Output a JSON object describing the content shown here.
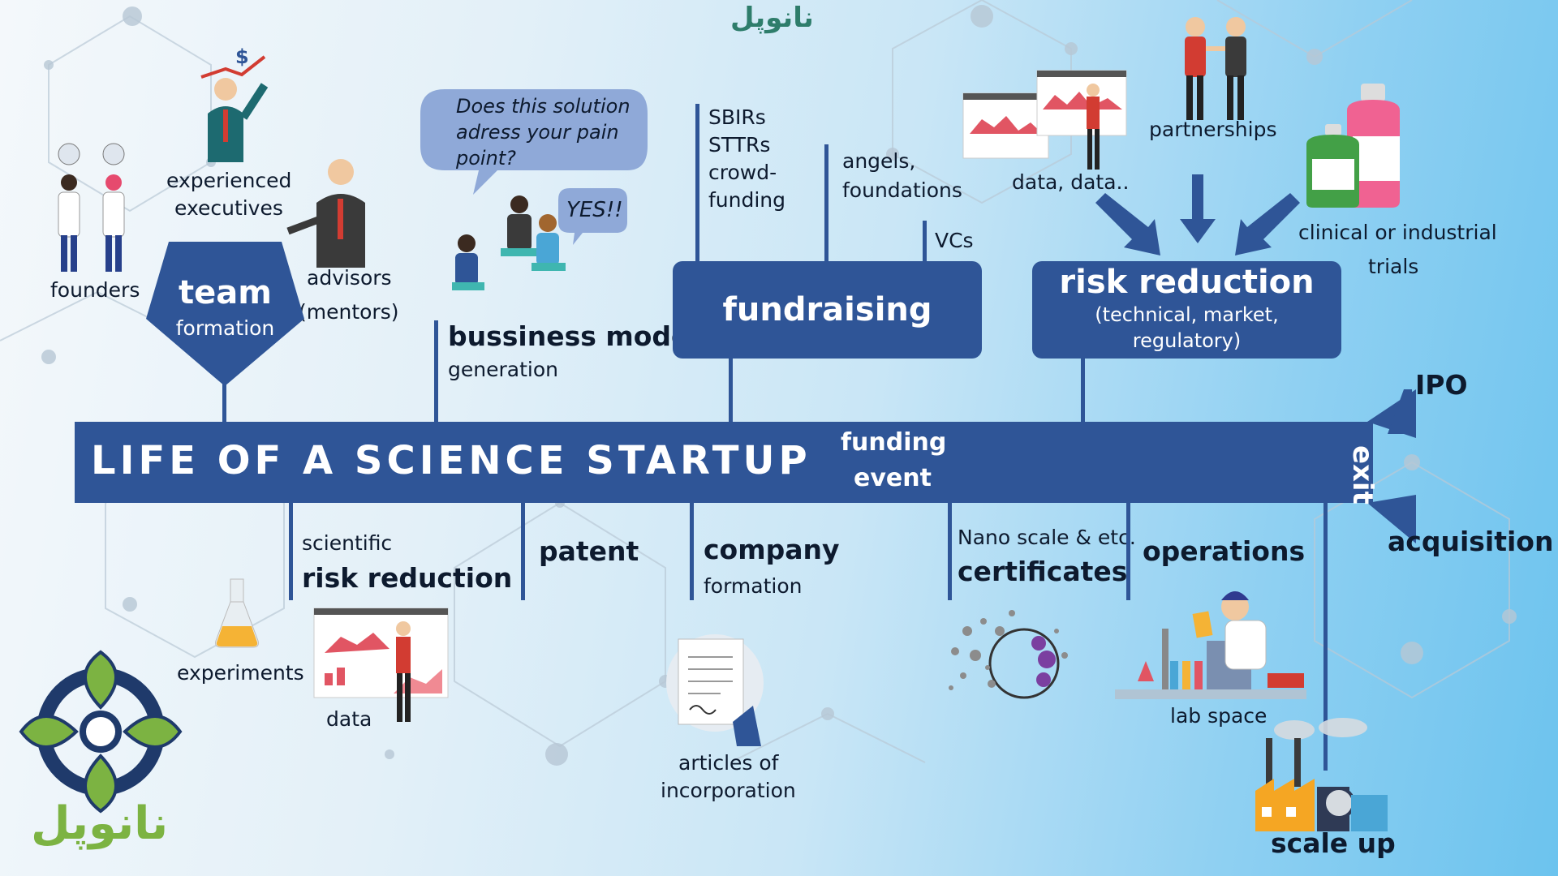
{
  "title": "LIFE OF A SCIENCE STARTUP",
  "brand": {
    "logo_text": "نانوپل",
    "top_logo_text": "نانوپل"
  },
  "colors": {
    "primary": "#2f5597",
    "accent_green": "#7cb342",
    "bubble": "#8fa9d8",
    "text": "#0d1a2e"
  },
  "upper": {
    "founders": "founders",
    "experienced_executives_1": "experienced",
    "experienced_executives_2": "executives",
    "advisors_1": "advisors",
    "advisors_2": "(mentors)",
    "team_title": "team",
    "team_sub": "formation",
    "bubble_question_1": "Does this solution",
    "bubble_question_2": "adress your pain",
    "bubble_question_3": "point?",
    "bubble_answer": "YES!!",
    "business_model_title": "bussiness model",
    "business_model_sub": "generation",
    "sbirs": [
      "SBIRs",
      "STTRs",
      "crowd-",
      "funding"
    ],
    "angels_1": "angels,",
    "angels_2": "foundations",
    "vcs": "VCs",
    "fundraising": "fundraising",
    "data_data": "data, data..",
    "partnerships": "partnerships",
    "clinical_1": "clinical or industrial",
    "clinical_2": "trials",
    "risk_title": "risk reduction",
    "risk_sub_1": "(technical, market,",
    "risk_sub_2": "regulatory)"
  },
  "middle": {
    "funding_event_1": "funding",
    "funding_event_2": "event",
    "exit": "exit",
    "ipo": "IPO",
    "acquisition": "acquisition"
  },
  "lower": {
    "scientific": "scientific",
    "risk_reduction": "risk reduction",
    "experiments": "experiments",
    "data": "data",
    "patent": "patent",
    "company_title": "company",
    "company_sub": "formation",
    "articles_1": "articles of",
    "articles_2": "incorporation",
    "nano_scale": "Nano scale & etc.",
    "certificates": "certificates",
    "operations": "operations",
    "lab_space": "lab space",
    "scale_up": "scale up"
  }
}
